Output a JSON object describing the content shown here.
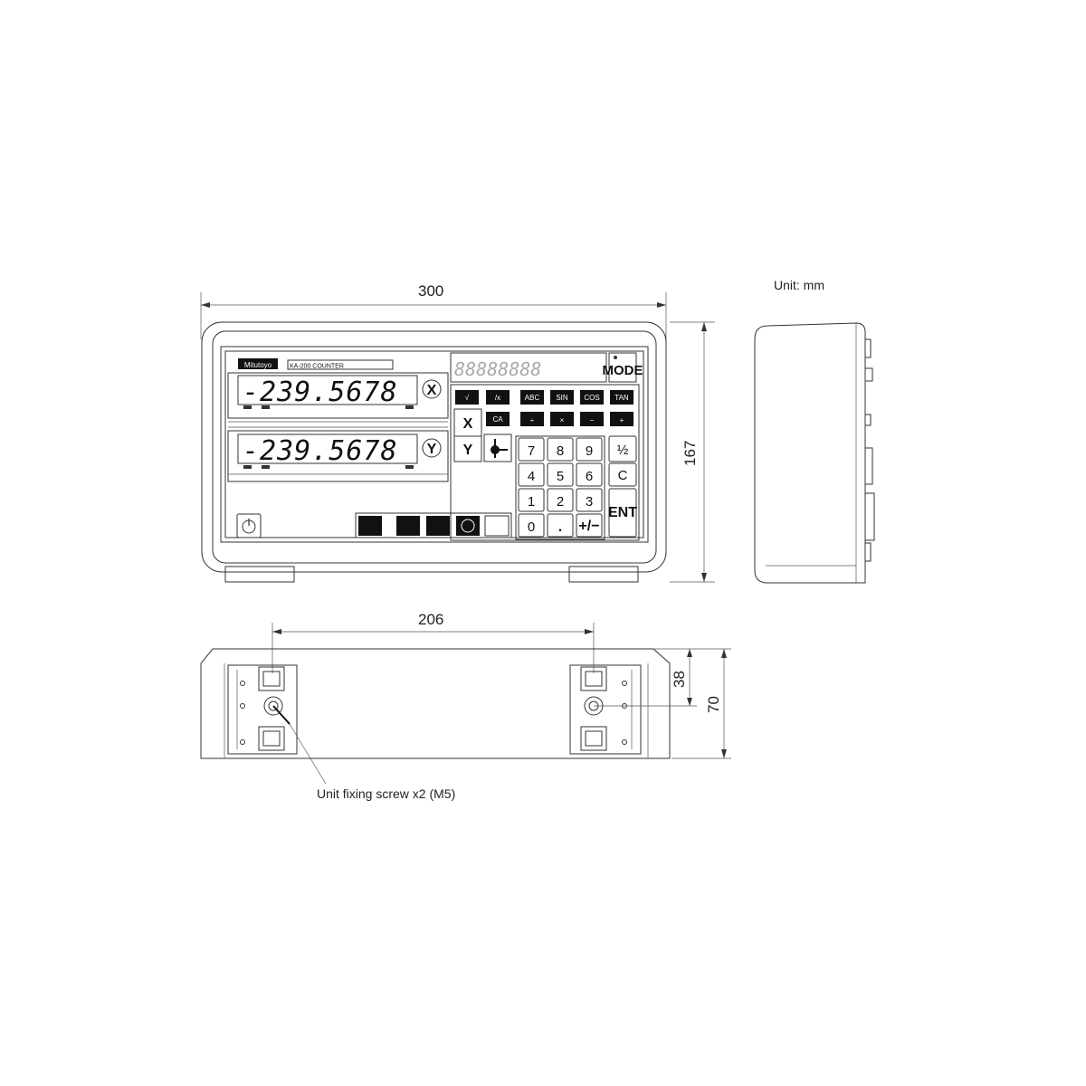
{
  "unit_label": "Unit: mm",
  "dimensions": {
    "width": "300",
    "height": "167",
    "foot_spacing": "206",
    "depth_to_screw": "38",
    "depth": "70"
  },
  "callouts": {
    "screw": "Unit fixing screw x2 (M5)"
  },
  "front_panel": {
    "brand": "Mitutoyo",
    "model": "KA-200 COUNTER",
    "x_display": "-239.5678",
    "y_display": "-239.5678",
    "x_axis": "X",
    "y_axis": "Y",
    "mode_key": "MODE",
    "func_keys_row1": [
      "√",
      "/x",
      "ABC",
      "SIN",
      "COS",
      "TAN"
    ],
    "func_keys_row2": [
      "CA",
      "÷",
      "×",
      "−",
      "+"
    ],
    "axis_keys": [
      "X",
      "Y"
    ],
    "keypad": [
      "7",
      "8",
      "9",
      "4",
      "5",
      "6",
      "1",
      "2",
      "3",
      "0",
      "."
    ],
    "half_key": "½",
    "clear_key": "C",
    "sign_key": "+/−",
    "enter_key": "ENT",
    "power_icon": "power-icon"
  }
}
